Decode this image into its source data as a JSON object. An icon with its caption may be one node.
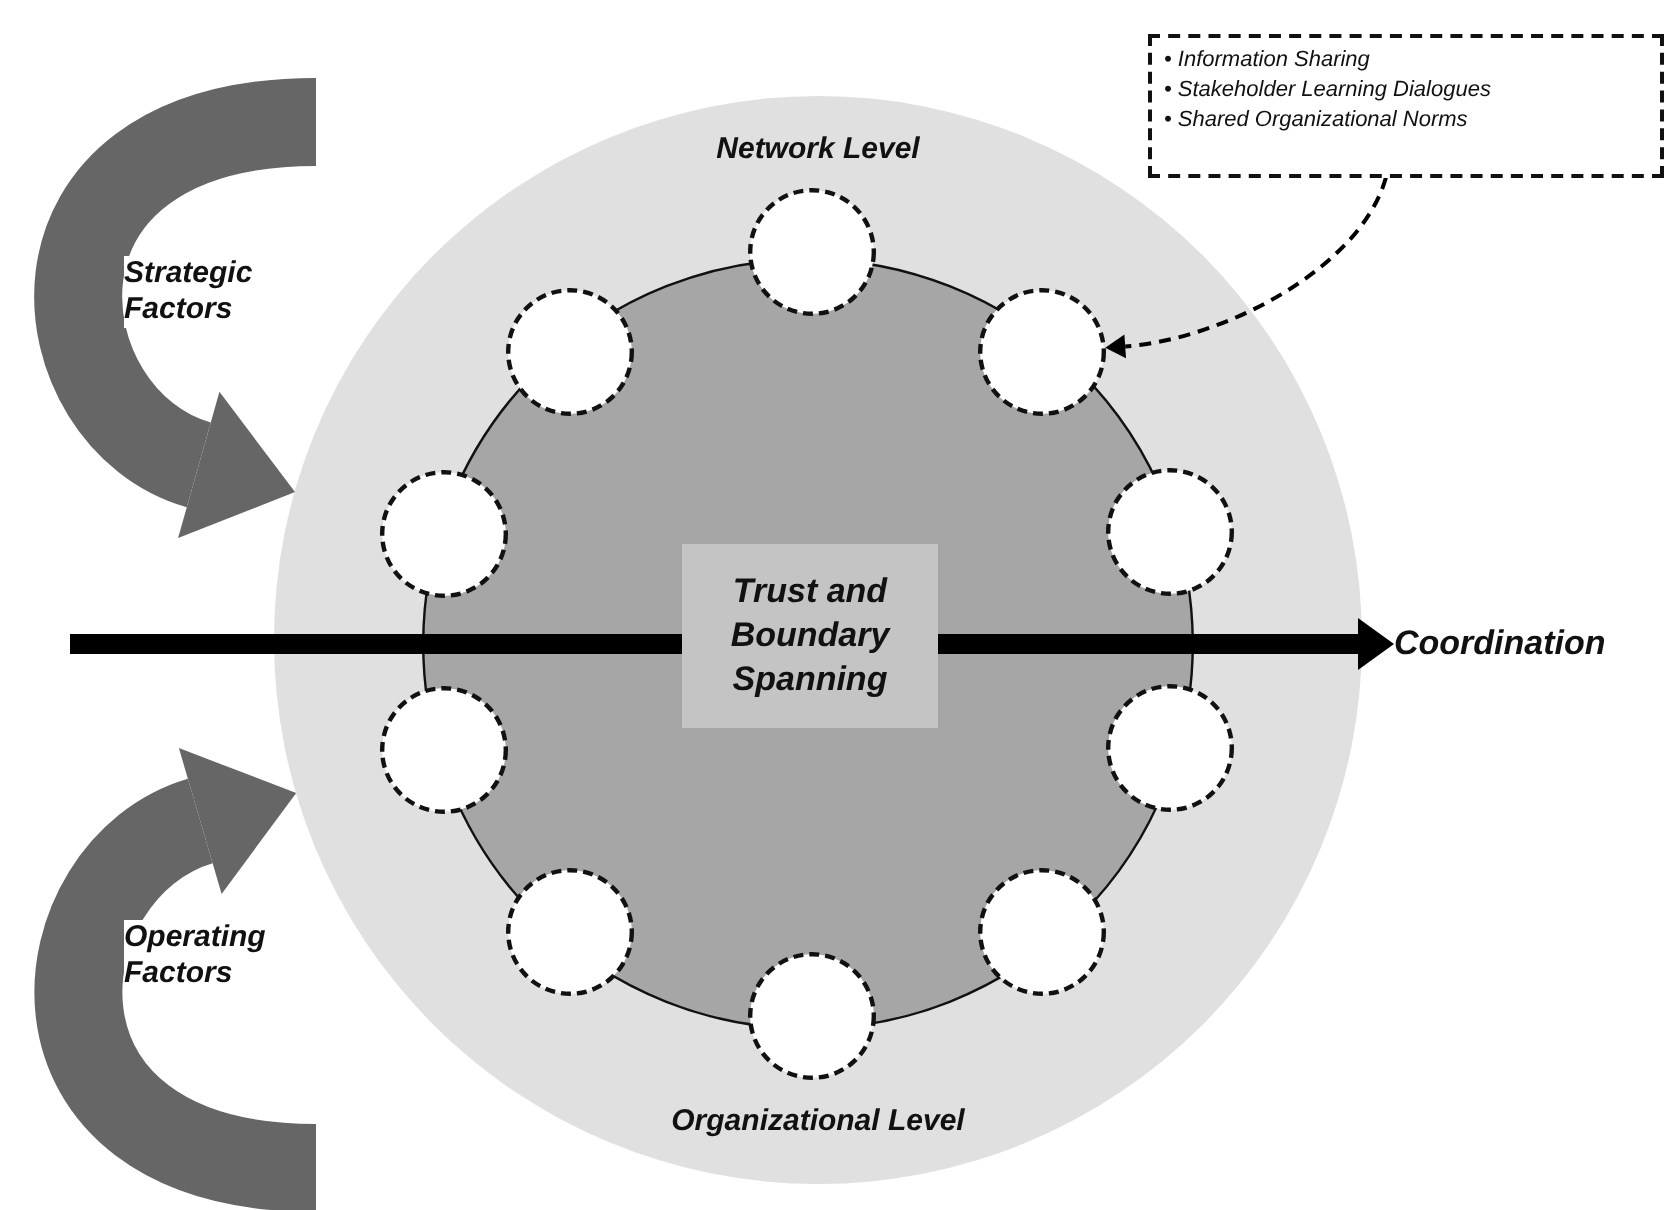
{
  "diagram": {
    "nodes": [
      {
        "text": [
          "Network Level",
          "Organizational Level"
        ]
      },
      {
        "text": [],
        "shape": "circle",
        "in": 0
      },
      {
        "text": [
          "Trust and Boundary Spanning"
        ],
        "in": 1
      },
      {
        "text": [],
        "shape": "circle",
        "in": 0
      },
      {
        "text": [],
        "shape": "circle",
        "in": 1
      },
      {
        "text": [],
        "shape": "circle",
        "in": 1
      },
      {
        "text": [],
        "shape": "circle",
        "in": 0
      },
      {
        "text": [],
        "shape": "circle",
        "in": 0
      },
      {
        "text": [],
        "shape": "circle",
        "in": 0
      },
      {
        "text": [],
        "shape": "circle",
        "in": 0
      },
      {
        "text": [],
        "shape": "circle",
        "in": 1
      },
      {
        "text": [],
        "shape": "circle",
        "in": 1
      },
      {
        "text": [],
        "shape": "circle",
        "in": 0
      },
      {
        "text": [
          "• Information Sharing",
          "• Stakeholder Learning Dialogues",
          "• Shared Organizational Norms"
        ]
      },
      {
        "text": [
          "Coordination"
        ]
      }
    ],
    "edges": [
      {
        "from": null,
        "to": 0,
        "arrow": "to",
        "label": "Strategic Factors",
        "style": "thick",
        "color": "#666666"
      },
      {
        "from": null,
        "to": 0,
        "arrow": "to",
        "label": "Operating Factors",
        "style": "thick",
        "color": "#666666"
      },
      {
        "from": null,
        "to": 14,
        "arrow": "to",
        "color": "#000000"
      },
      {
        "from": 13,
        "to": 5,
        "arrow": "to",
        "style": "dashed",
        "color": "#000000"
      }
    ]
  }
}
